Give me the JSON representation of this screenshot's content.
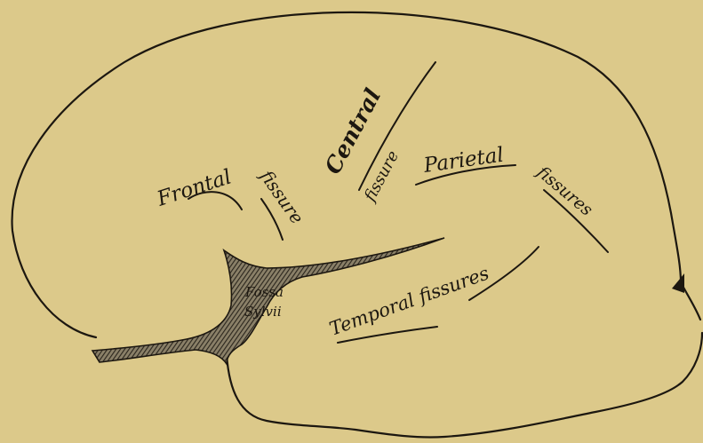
{
  "labels": {
    "frontal": "Frontal",
    "frontal_fissure": "fissure",
    "central": "Central",
    "central_fissure": "fissure",
    "parietal": "Parietal",
    "parietal_fissures": "fissures",
    "temporal": "Temporal fissures",
    "fossa_line1": "Fossa",
    "fossa_line2": "Sylvii"
  },
  "colors": {
    "paper": "#dcc98a",
    "ink": "#1c1710",
    "fossa_fill": "#4a4336"
  }
}
